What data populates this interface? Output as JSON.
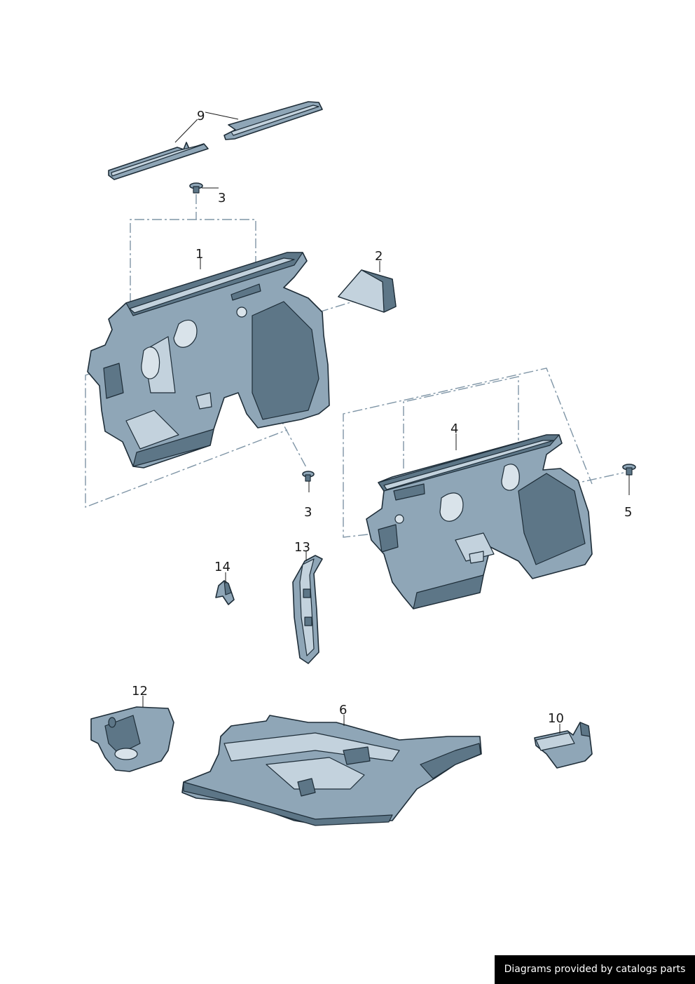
{
  "callouts": {
    "c1": "1",
    "c2": "2",
    "c3a": "3",
    "c3b": "3",
    "c4": "4",
    "c5": "5",
    "c6": "6",
    "c9": "9",
    "c10": "10",
    "c12": "12",
    "c13": "13",
    "c14": "14"
  },
  "credit": "Diagrams provided by catalogs parts",
  "colors": {
    "part_fill": "#8fa6b7",
    "outline": "#1e2d38",
    "dash_line": "#7f95a6"
  }
}
